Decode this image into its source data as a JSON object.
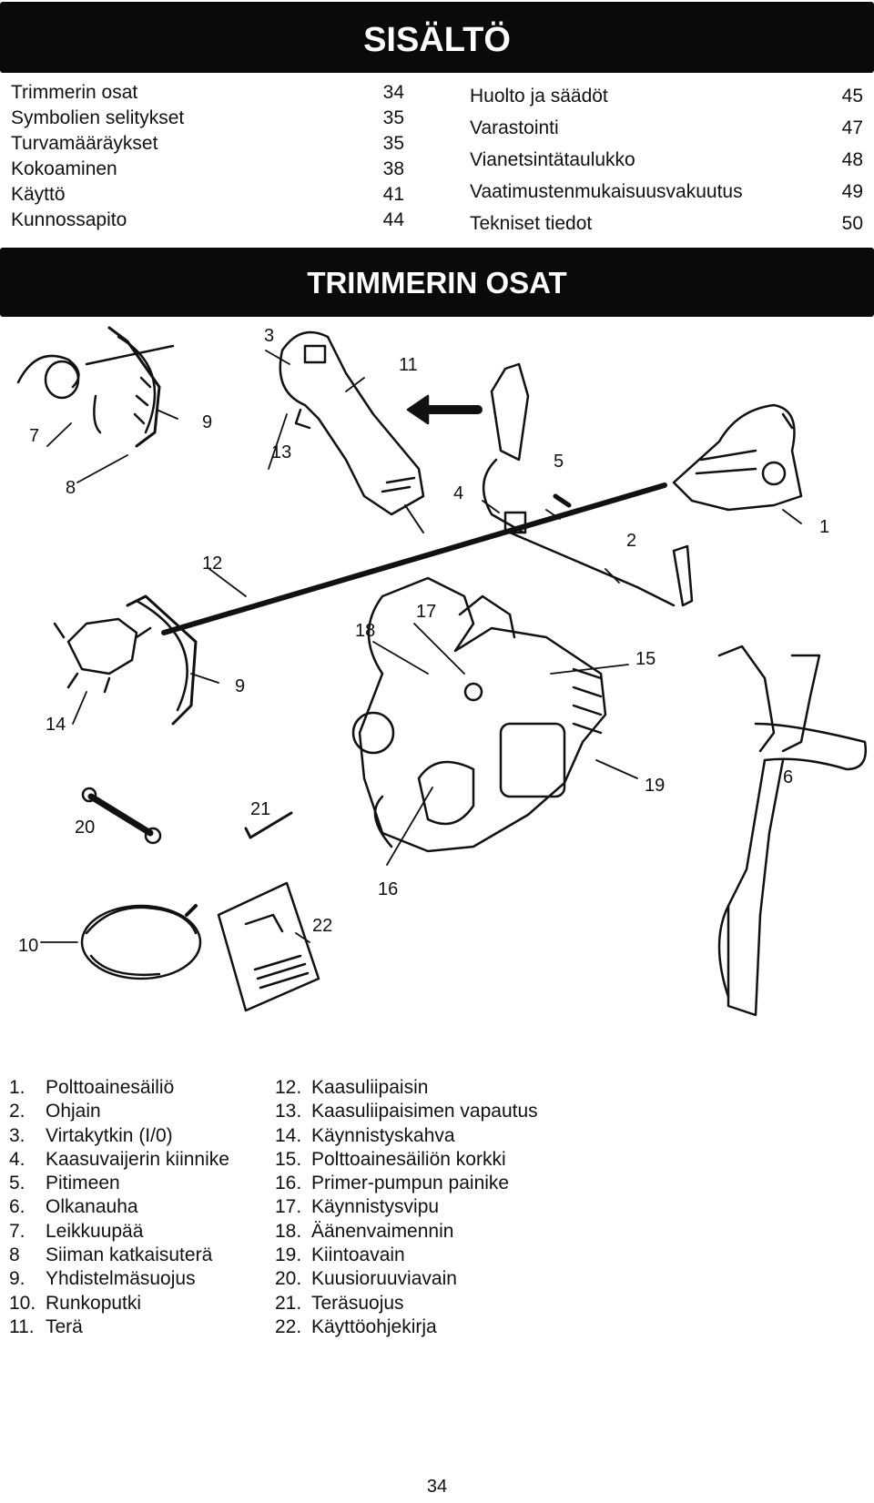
{
  "toc": {
    "title": "SISÄLTÖ",
    "left": [
      {
        "label": "Trimmerin osat",
        "page": "34"
      },
      {
        "label": "Symbolien selitykset",
        "page": "35"
      },
      {
        "label": "Turvamääräykset",
        "page": "35"
      },
      {
        "label": "Kokoaminen",
        "page": "38"
      },
      {
        "label": "Käyttö",
        "page": "41"
      },
      {
        "label": "Kunnossapito",
        "page": "44"
      }
    ],
    "right": [
      {
        "label": "Huolto ja säädöt",
        "page": "45"
      },
      {
        "label": "Varastointi",
        "page": "47"
      },
      {
        "label": "Vianetsintätaulukko",
        "page": "48"
      },
      {
        "label": "Vaatimustenmukaisuusvakuutus",
        "page": "49"
      },
      {
        "label": "Tekniset tiedot",
        "page": "50"
      }
    ]
  },
  "parts_section": {
    "title": "TRIMMERIN OSAT",
    "callouts": [
      "1",
      "2",
      "3",
      "4",
      "5",
      "6",
      "7",
      "8",
      "9",
      "9",
      "10",
      "11",
      "12",
      "13",
      "14",
      "15",
      "16",
      "17",
      "18",
      "19",
      "20",
      "21",
      "22"
    ],
    "left": [
      {
        "num": "1.",
        "label": "Polttoainesäiliö"
      },
      {
        "num": "2.",
        "label": "Ohjain"
      },
      {
        "num": "3.",
        "label": "Virtakytkin (I/0)"
      },
      {
        "num": "4.",
        "label": "Kaasuvaijerin kiinnike"
      },
      {
        "num": "5.",
        "label": "Pitimeen"
      },
      {
        "num": "6.",
        "label": "Olkanauha"
      },
      {
        "num": "7.",
        "label": "Leikkuupää"
      },
      {
        "num": "8",
        "label": "Siiman katkaisuterä"
      },
      {
        "num": "9.",
        "label": "Yhdistelmäsuojus"
      },
      {
        "num": "10.",
        "label": "Runkoputki"
      },
      {
        "num": "11.",
        "label": "Terä"
      }
    ],
    "right": [
      {
        "num": "12.",
        "label": "Kaasuliipaisin"
      },
      {
        "num": "13.",
        "label": "Kaasuliipaisimen vapautus"
      },
      {
        "num": "14.",
        "label": "Käynnistyskahva"
      },
      {
        "num": "15.",
        "label": "Polttoainesäiliön korkki"
      },
      {
        "num": "16.",
        "label": "Primer-pumpun painike"
      },
      {
        "num": "17.",
        "label": "Käynnistysvipu"
      },
      {
        "num": "18.",
        "label": "Äänenvaimennin"
      },
      {
        "num": "19.",
        "label": "Kiintoavain"
      },
      {
        "num": "20.",
        "label": "Kuusioruuviavain"
      },
      {
        "num": "21.",
        "label": "Teräsuojus"
      },
      {
        "num": "22.",
        "label": "Käyttöohjekirja"
      }
    ]
  },
  "page_number": "34"
}
